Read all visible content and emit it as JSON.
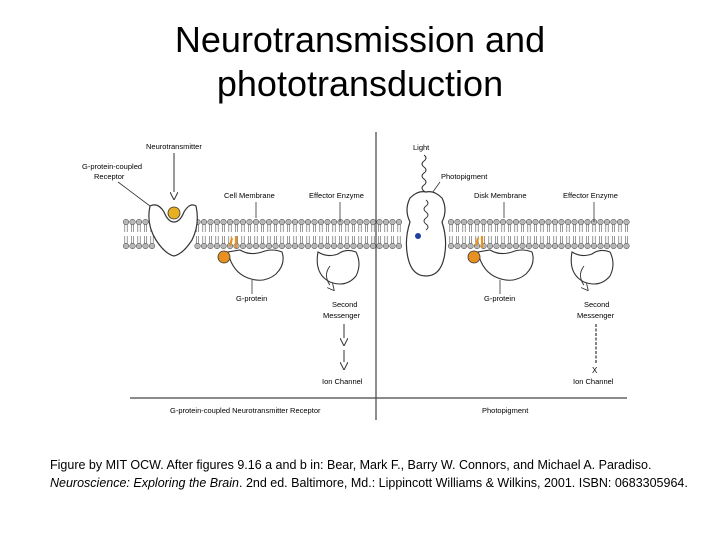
{
  "title": {
    "line1": "Neurotransmission and",
    "line2": "phototransduction"
  },
  "figure": {
    "left_panel": {
      "neurotransmitter": "Neurotransmitter",
      "receptor_line1": "G-protein-coupled",
      "receptor_line2": "Receptor",
      "cell_membrane": "Cell Membrane",
      "effector_enzyme": "Effector Enzyme",
      "g_protein": "G-protein",
      "second_messenger_line1": "Second",
      "second_messenger_line2": "Messenger",
      "ion_channel": "Ion Channel",
      "footer": "G-protein-coupled Neurotransmitter Receptor"
    },
    "right_panel": {
      "light": "Light",
      "photopigment": "Photopigment",
      "disk_membrane": "Disk Membrane",
      "effector_enzyme": "Effector Enzyme",
      "g_protein": "G-protein",
      "second_messenger_line1": "Second",
      "second_messenger_line2": "Messenger",
      "x_mark": "X",
      "ion_channel": "Ion Channel",
      "footer": "Photopigment"
    }
  },
  "caption": {
    "part1": "Figure by MIT OCW. After figures 9.16 a and b in: Bear, Mark F., Barry W. Connors, and Michael A. Paradiso. ",
    "book_title": "Neuroscience: Exploring the Brain",
    "part2": ". 2nd ed. Baltimore, Md.: Lippincott Williams & Wilkins, 2001. ISBN: 0683305964."
  },
  "colors": {
    "membrane_head": "#b8b8b8",
    "ligand": "#e8b020",
    "gprotein": "#e89020",
    "retinal": "#2040a0"
  }
}
